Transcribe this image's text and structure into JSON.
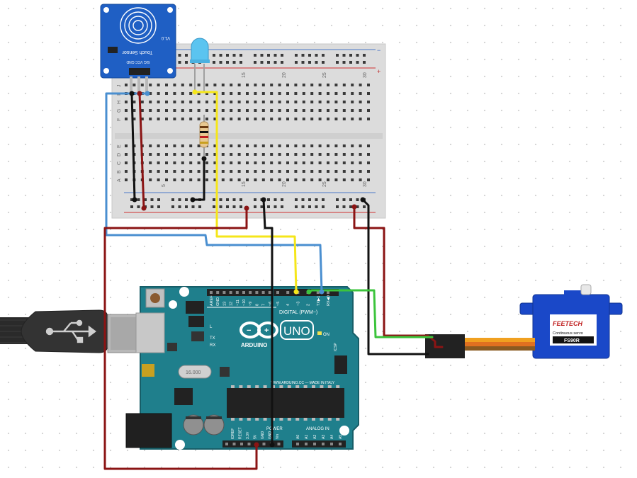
{
  "breadboard": {
    "column_numbers_top": [
      "15",
      "20",
      "25",
      "30"
    ],
    "column_numbers_bottom": [
      "5",
      "15",
      "20",
      "25",
      "30"
    ],
    "row_letters_top": [
      "J",
      "I",
      "H",
      "G",
      "F"
    ],
    "row_letters_bottom": [
      "E",
      "D",
      "C",
      "B",
      "A"
    ],
    "rail_plus": "+",
    "rail_minus": "−"
  },
  "touch_sensor": {
    "label": "Touch Sensor",
    "version": "V1.0",
    "pins": "SIG VCC GND"
  },
  "led": {
    "color": "#5bc4f0"
  },
  "arduino": {
    "brand": "ARDUINO",
    "model": "UNO",
    "digital_label": "DIGITAL (PWM~)",
    "digital_pins": [
      "AREF",
      "GND",
      "13",
      "12",
      "~11",
      "~10",
      "~9",
      "8",
      "7",
      "~6",
      "~5",
      "4",
      "~3",
      "2",
      "TX▶1",
      "RX◀0"
    ],
    "website": "WWW.ARDUINO.CC — MADE IN ITALY",
    "power_label": "POWER",
    "power_pins": [
      "IOREF",
      "RESET",
      "3.3V",
      "5V",
      "GND",
      "GND",
      "Vin"
    ],
    "analog_label": "ANALOG IN",
    "analog_pins": [
      "A0",
      "A1",
      "A2",
      "A3",
      "A4",
      "A5"
    ],
    "on_label": "ON",
    "tx_label": "TX",
    "rx_label": "RX",
    "l_label": "L",
    "icsp_label": "ICSP",
    "crystal_label": "16.000",
    "board_color": "#1f7f8c"
  },
  "servo": {
    "brand": "FEETECH",
    "type": "Continuous servo",
    "model": "FS90R",
    "body_color": "#1a48c8"
  },
  "usb": {
    "icon": "usb-icon"
  },
  "wire_colors": {
    "red": "#8b1414",
    "black": "#111111",
    "blue": "#4a8fd0",
    "yellow": "#f5e61a",
    "green": "#3cc43c",
    "orange": "#f0a020",
    "brown": "#8a5a20"
  }
}
